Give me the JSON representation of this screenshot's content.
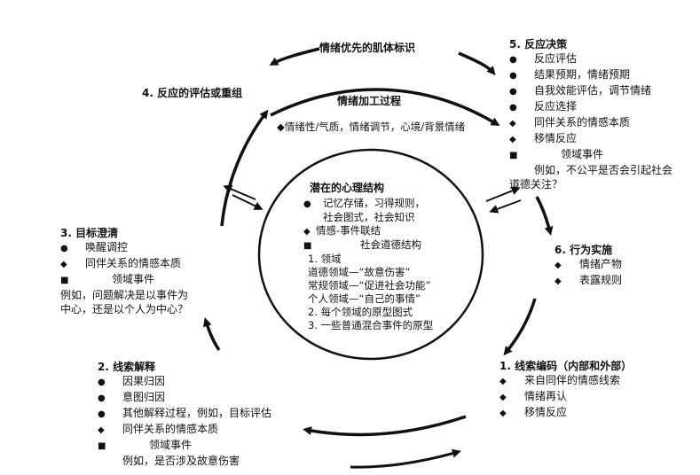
{
  "header_fragment": "",
  "arc_top_label": "情绪优先的肌体标识",
  "inner_arc": {
    "title": "情绪加工过程",
    "line": "◆情绪性/气质，情绪调节，心境/背景情绪"
  },
  "center": {
    "title": "潜在的心理结构",
    "items": [
      {
        "marker": "●",
        "text": "记忆存储，习得规则，"
      },
      {
        "marker": "",
        "text": "社会图式，社会知识"
      },
      {
        "marker": "◆",
        "text": "情感-事件联结"
      },
      {
        "marker": "■",
        "text": "社会道德结构"
      }
    ],
    "lines": [
      "1. 领域",
      "道德领域—“故意伤害”",
      "常规领域—“促进社会功能”",
      "个人领域—“自己的事情”",
      "2. 每个领域的原型图式",
      "3. 一些普通混合事件的原型"
    ]
  },
  "step1": {
    "title": "1. 线索编码（内部和外部）",
    "items": [
      {
        "marker": "◆",
        "text": "来自同伴的情感线索"
      },
      {
        "marker": "◆",
        "text": "情绪再认"
      },
      {
        "marker": "◆",
        "text": "移情反应"
      }
    ]
  },
  "step2": {
    "title": "2. 线索解释",
    "items": [
      {
        "marker": "●",
        "text": "因果归因"
      },
      {
        "marker": "●",
        "text": "意图归因"
      },
      {
        "marker": "●",
        "text": "其他解释过程，例如，目标评估"
      },
      {
        "marker": "◆",
        "text": "同伴关系的情感本质"
      },
      {
        "marker": "■",
        "text": "领域事件"
      }
    ],
    "example": "例如，是否涉及故意伤害"
  },
  "step3": {
    "title": "3. 目标澄清",
    "items": [
      {
        "marker": "●",
        "text": "唤醒调控"
      },
      {
        "marker": "◆",
        "text": "同伴关系的情感本质"
      },
      {
        "marker": "■",
        "text": "领域事件"
      }
    ],
    "example_lines": [
      "例如，问题解决是以事件为",
      "中心，还是以个人为中心？"
    ]
  },
  "step4": {
    "title": "4. 反应的评估或重组"
  },
  "step5": {
    "title": "5. 反应决策",
    "items": [
      {
        "marker": "●",
        "text": "反应评估"
      },
      {
        "marker": "●",
        "text": "结果预期，情绪预期"
      },
      {
        "marker": "●",
        "text": "自我效能评估，调节情绪"
      },
      {
        "marker": "●",
        "text": "反应选择"
      },
      {
        "marker": "◆",
        "text": "同伴关系的情感本质"
      },
      {
        "marker": "◆",
        "text": "移情反应"
      },
      {
        "marker": "■",
        "text": "领域事件"
      }
    ],
    "example_lines": [
      "例如，不公平是否会引起社会",
      "道德关注？"
    ]
  },
  "step6": {
    "title": "6. 行为实施",
    "items": [
      {
        "marker": "◆",
        "text": "情绪产物"
      },
      {
        "marker": "◆",
        "text": "表露规则"
      }
    ]
  },
  "colors": {
    "ink": "#111111",
    "background": "#ffffff"
  }
}
